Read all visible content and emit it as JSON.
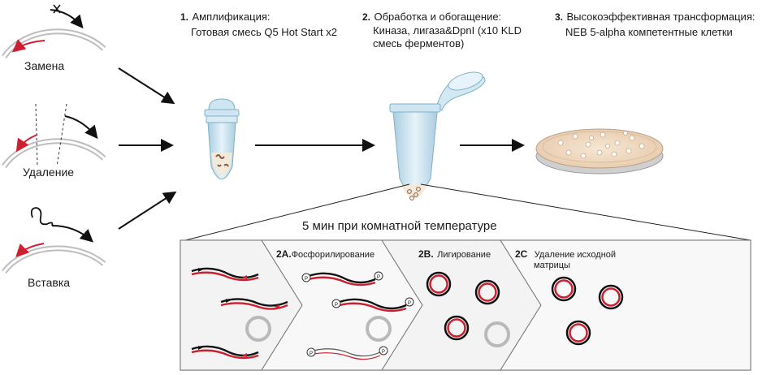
{
  "left_panels": {
    "replace_label": "Замена",
    "delete_label": "Удаление",
    "insert_label": "Вставка"
  },
  "steps": {
    "s1_num": "1.",
    "s1_title": "Амплификация:",
    "s1_line": "Готовая смесь Q5 Hot Start x2",
    "s2_num": "2.",
    "s2_title": "Обработка и обогащение:",
    "s2_line1": "Киназа, лигаза&DpnI (x10 KLD",
    "s2_line2": "смесь ферментов)",
    "s3_num": "3.",
    "s3_title": "Высокоэффективная трансформация:",
    "s3_line": "NEB 5-alpha компетентные клетки"
  },
  "incubation_label": "5 мин при  комнатной температуре",
  "substeps": {
    "a_num": "2A.",
    "a_label": "Фосфорилирование",
    "b_num": "2B.",
    "b_label": "Лигирование",
    "c_num": "2C",
    "c_label_1": "Удаление исходной",
    "c_label_2": "матрицы"
  },
  "phosphate_symbol": "P",
  "colors": {
    "strand_black": "#111111",
    "strand_red": "#cc1f2f",
    "plasmid_gray": "#b9b9b9",
    "tube_blue": "#c9e2ef",
    "dish_fill": "#f1dcc6"
  }
}
